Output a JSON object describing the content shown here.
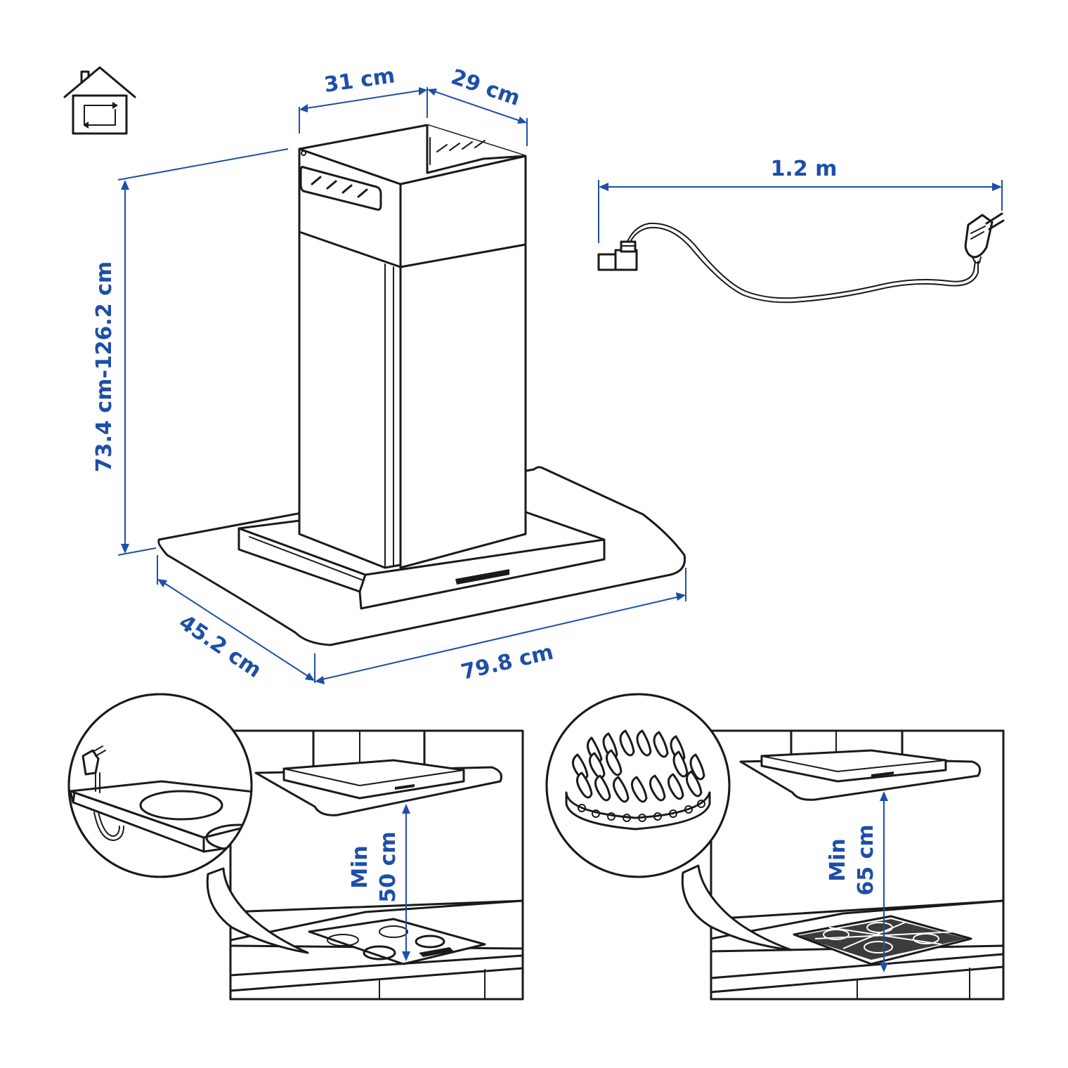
{
  "colors": {
    "accent": "#1d4fa8",
    "line": "#1a1a1a",
    "background": "#ffffff"
  },
  "icons": {
    "room_air_recirculation": "house-recirculation-icon"
  },
  "dimensions": {
    "duct_width": "31 cm",
    "duct_depth": "29 cm",
    "total_height": "73.4 cm-126.2 cm",
    "hood_depth": "45.2 cm",
    "hood_width": "79.8 cm",
    "cord_length": "1.2 m"
  },
  "installation": {
    "electric_hob": {
      "line1": "Min",
      "line2": "50 cm"
    },
    "gas_hob": {
      "line1": "Min",
      "line2": "65 cm"
    }
  }
}
